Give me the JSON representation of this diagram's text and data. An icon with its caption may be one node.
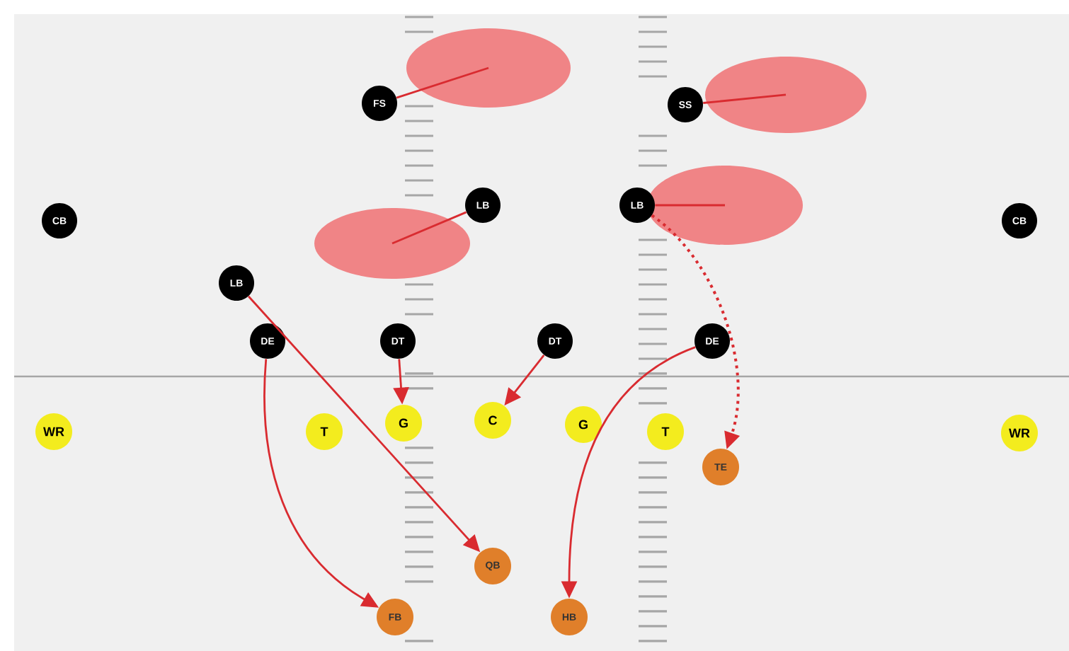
{
  "diagram": {
    "nodes": [
      {
        "text": [],
        "shape": "ellipse"
      },
      {
        "text": [],
        "shape": "ellipse"
      },
      {
        "text": [
          "FS"
        ]
      },
      {
        "text": [
          "SS"
        ]
      },
      {
        "text": [],
        "shape": "ellipse"
      },
      {
        "text": [],
        "shape": "ellipse"
      },
      {
        "text": [
          "CB"
        ]
      },
      {
        "text": [
          "LB"
        ]
      },
      {
        "text": [
          "LB"
        ]
      },
      {
        "text": [
          "CB"
        ]
      },
      {
        "text": [
          "LB"
        ]
      },
      {
        "text": [
          "DE"
        ]
      },
      {
        "text": [
          "DT"
        ]
      },
      {
        "text": [
          "DT"
        ]
      },
      {
        "text": [
          "DE"
        ]
      },
      {
        "text": [
          "WR"
        ]
      },
      {
        "text": [
          "T"
        ]
      },
      {
        "text": [
          "G"
        ]
      },
      {
        "text": [
          "C"
        ]
      },
      {
        "text": [
          "G"
        ]
      },
      {
        "text": [
          "T"
        ]
      },
      {
        "text": [
          "WR"
        ]
      },
      {
        "text": [
          "TE"
        ]
      },
      {
        "text": [
          "QB"
        ]
      },
      {
        "text": [
          "FB"
        ]
      },
      {
        "text": [
          "HB"
        ]
      }
    ],
    "edges": [
      {
        "from": 2,
        "to": 0,
        "arrow": "none"
      },
      {
        "from": 3,
        "to": 1,
        "arrow": "none"
      },
      {
        "from": 7,
        "to": 5,
        "arrow": "none"
      },
      {
        "from": 8,
        "to": 4,
        "arrow": "none"
      },
      {
        "from": 10,
        "to": 23,
        "arrow": "to"
      },
      {
        "from": 11,
        "to": 24,
        "arrow": "to"
      },
      {
        "from": 12,
        "to": 17,
        "arrow": "to"
      },
      {
        "from": 13,
        "to": 18,
        "arrow": "to"
      },
      {
        "from": 14,
        "to": 25,
        "arrow": "to"
      },
      {
        "from": 8,
        "to": 22,
        "arrow": "to",
        "style": "dashed"
      }
    ]
  }
}
